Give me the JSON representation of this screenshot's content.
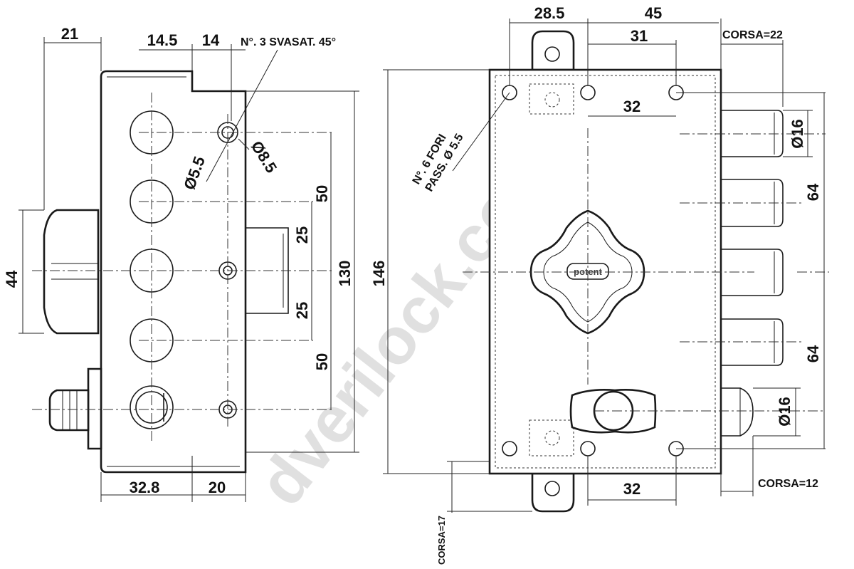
{
  "watermark": "dverilock.com.ua",
  "brand_logo": "potent",
  "left_view": {
    "dims": {
      "top_21": "21",
      "top_14_5": "14.5",
      "top_14": "14",
      "note_countersink": "N°. 3 SVASAT. 45°",
      "hole_d55": "Ø5.5",
      "hole_d85": "Ø8.5",
      "left_44": "44",
      "v_50_top": "50",
      "v_25_top": "25",
      "v_25_bot": "25",
      "v_50_bot": "50",
      "v_130": "130",
      "bottom_32_8": "32.8",
      "bottom_20": "20"
    }
  },
  "right_view": {
    "dims": {
      "top_28_5": "28.5",
      "top_45": "45",
      "top_31": "31",
      "corsa_22": "CORSA=22",
      "mid_32_top": "32",
      "note_holes_line1": "N°. 6 FORI",
      "note_holes_line2": "PASS. Ø 5.5",
      "v_146": "146",
      "bolt_d16_top": "Ø16",
      "v_64_top": "64",
      "v_64_bot": "64",
      "bolt_d16_bot": "Ø16",
      "corsa_12": "CORSA=12",
      "bottom_32": "32",
      "corsa_17": "CORSA=17"
    }
  }
}
